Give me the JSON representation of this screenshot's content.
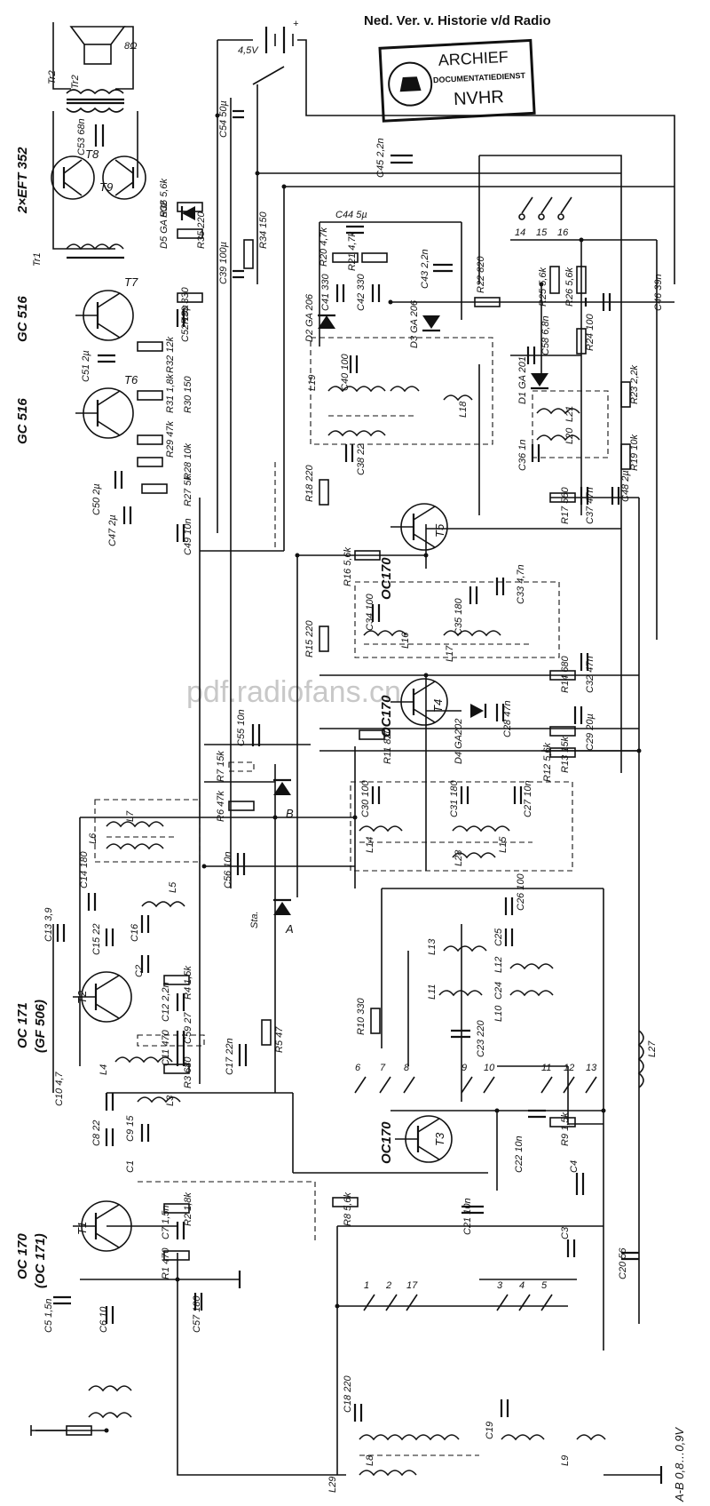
{
  "header": {
    "title": "Ned. Ver. v. Historie v/d Radio"
  },
  "stamp": {
    "line1": "ARCHIEF",
    "line2": "DOCUMENTATIEDIENST",
    "line3": "NVHR"
  },
  "watermark": "pdf.radiofans.cn",
  "transistors": {
    "t8t9": "2×EFT 352",
    "t7": "GC 516",
    "t6": "GC 516",
    "t5": "OC170",
    "t4": "OC170",
    "t3": "OC170",
    "t2a": "OC 171",
    "t2b": "(GF 506)",
    "t1a": "OC 170",
    "t1b": "(OC 171)"
  },
  "supply": {
    "battery": "4,5V"
  },
  "speaker": {
    "impedance": "8Ω"
  },
  "footnote": "A-B 0,8…0,9V",
  "labels": {
    "tr2": "Tr2",
    "tr1": "Tr1",
    "T8": "T8",
    "T9": "T9",
    "T7": "T7",
    "T6": "T6",
    "T5": "T5",
    "T4": "T4",
    "T3": "T3",
    "T2": "T2",
    "T1": "T1",
    "C53": "C53 68n",
    "C54": "C54 50µ",
    "C45": "C45 2,2n",
    "C44": "C44 5µ",
    "R36": "R36 5,6k",
    "D5": "D5 GA 502",
    "R35": "R35 220",
    "R34": "R34 150",
    "C39": "C39 100µ",
    "R20": "R20 4,7k",
    "R21": "R21 4,7k",
    "C41": "C41 330",
    "C42": "C42 330",
    "C43": "C43 2,2n",
    "R22": "R22 820",
    "D2": "D2 GA 206",
    "D3": "D3 GA 206",
    "R25": "R25 5,6k",
    "R26": "R26 5,6k",
    "C46": "C46 39n",
    "R33": "R33 330",
    "C52": "C52 10µ",
    "R32": "R32 12k",
    "C51": "C51 2µ",
    "R31": "R31 1,8k",
    "R30": "R30 150",
    "R29": "R29 47k",
    "R28": "R28 10k",
    "R27": "R27 5k",
    "C50": "C50 2µ",
    "C47": "C47 2µ",
    "C49": "C49 10n",
    "C40": "C40 100",
    "L19": "L19",
    "L18": "L18",
    "C58": "C58 6,8n",
    "R24": "R24 100",
    "D1": "D1 GA 201",
    "R23": "R23 2,2k",
    "R19": "R19 10k",
    "C36": "C36 1n",
    "L20": "L20",
    "L21": "L21",
    "C38": "C38 22",
    "R18": "R18 220",
    "C37": "C37 47n",
    "R17": "R17 560",
    "C48": "C48 2µ",
    "R16": "R16 5,6k",
    "C33": "C33 4,7n",
    "C34": "C34 100",
    "C35": "C35 180",
    "L16": "L16",
    "L17": "L17",
    "R15": "R15 220",
    "C32": "C32 47n",
    "R14": "R14 680",
    "C55": "C55 10n",
    "D4": "D4 GA202",
    "C28": "C28 47n",
    "C29": "C29 20µ",
    "R11": "R11 820",
    "R13": "R13 15k",
    "R12": "R12 5,6k",
    "R7": "R7 15k",
    "R6": "R6 47k",
    "L7": "L7",
    "L6": "L6",
    "C30": "C30 100",
    "C31": "C31 180",
    "C27": "C27 10n",
    "L14": "L14",
    "L15": "L15",
    "L28": "L28",
    "C56": "C56 10n",
    "Sta": "Sta.",
    "A": "A",
    "B": "B",
    "C14": "C14 180",
    "L5": "L5",
    "C15": "C15 22",
    "C16": "C16",
    "C2": "C2",
    "C13": "C13 3,9",
    "C26": "C26 100",
    "C25": "C25",
    "L13": "L13",
    "L12": "L12",
    "R4": "R4 1,5k",
    "C12": "C12 2,2n",
    "C59": "C59 27",
    "L11": "L11",
    "C24": "C24",
    "L10": "L10",
    "R10": "R10 330",
    "C23": "C23 220",
    "L27": "L27",
    "C17": "C17 22n",
    "R5": "R5 47",
    "C11": "C11 470",
    "L4": "L4",
    "R3": "R3 680",
    "C10": "C10 4,7",
    "L3": "L3",
    "C8": "C8 22",
    "C9": "C9 15",
    "C1": "C1",
    "C22": "C22 10n",
    "R9": "R9 1,5k",
    "C4": "C4",
    "R2": "R2 1,8k",
    "C7": "C7 1,5n",
    "R8": "R8 5,6k",
    "C21": "C21 10n",
    "C3": "C3",
    "C20": "C20 56",
    "R1": "R1 470",
    "C5": "C5 1,5n",
    "C6": "C6 10",
    "C57": "C57 180",
    "C18": "C18 220",
    "C19": "C19",
    "L8": "L8",
    "L9": "L9",
    "L29": "L29"
  },
  "switches": [
    "1",
    "2",
    "3",
    "4",
    "5",
    "6",
    "7",
    "8",
    "9",
    "10",
    "11",
    "12",
    "13",
    "14",
    "15",
    "16",
    "17"
  ]
}
